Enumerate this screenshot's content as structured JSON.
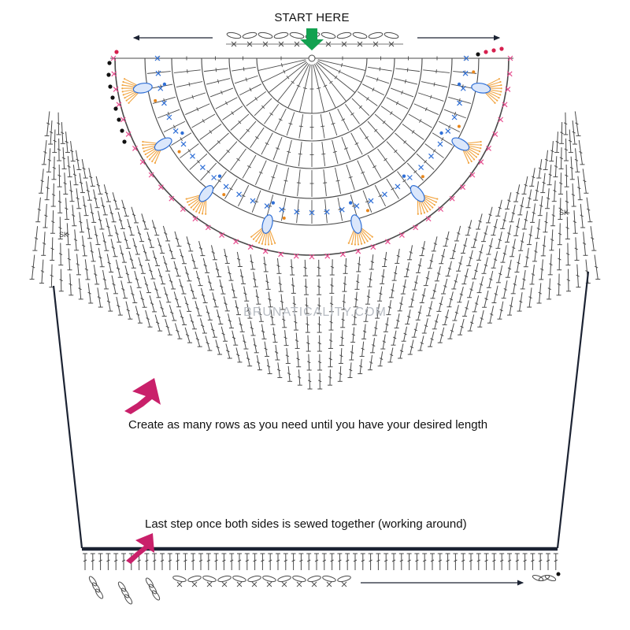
{
  "labels": {
    "start": "START HERE",
    "watermark": "BRUNATICALITY.COM",
    "rows_note": "Create as many rows as you need until you have your desired length",
    "last_note": "Last step once both sides is sewed together (working around)",
    "sk_left": "SK",
    "sk_right": "SK"
  },
  "colors": {
    "stitch": "#4a4a4a",
    "outline": "#1c2333",
    "shell": "#f2a541",
    "cluster": "#2f6fd6",
    "single_crochet_row": "#e64d8f",
    "start_arrow": "#12a150",
    "note_arrow": "#c2185b",
    "watermark": "#b7bcc3"
  },
  "icons": [
    "start-arrow-icon",
    "note-arrow-icon",
    "direction-arrow-icon"
  ]
}
